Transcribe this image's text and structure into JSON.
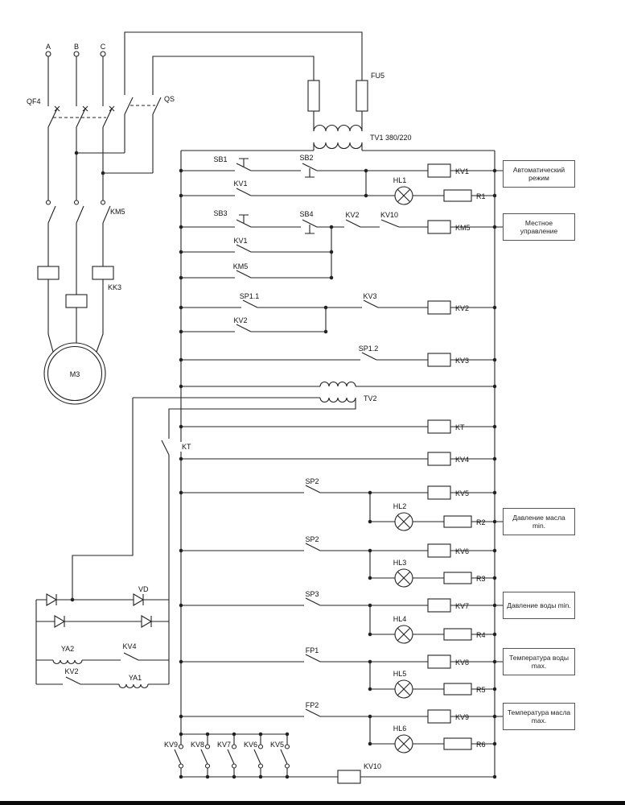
{
  "power": {
    "phase_a": "A",
    "phase_b": "B",
    "phase_c": "C",
    "breaker": "QF4",
    "disconnect": "QS",
    "fuse": "FU5",
    "transformer1": "TV1 380/220",
    "transformer2": "TV2",
    "contactor": "KM5",
    "thermal_relay": "KK3",
    "motor": "M3"
  },
  "ladder": {
    "sb1": "SB1",
    "sb2": "SB2",
    "kv1_coil": "KV1",
    "kv1_seal": "KV1",
    "hl1": "HL1",
    "r1": "R1",
    "sb3": "SB3",
    "sb4": "SB4",
    "kv2_contact": "KV2",
    "kv10_contact": "KV10",
    "km5_coil": "KM5",
    "kv1_contact": "KV1",
    "km5_contact": "KM5",
    "sp1_1": "SP1.1",
    "kv3_contact": "KV3",
    "kv2_coil": "KV2",
    "kv2_seal": "KV2",
    "sp1_2": "SP1.2",
    "kv3_coil": "KV3",
    "kt_coil": "KT",
    "kt_contact": "KT",
    "kv4_coil": "KV4",
    "sp2_1": "SP2",
    "kv5_coil": "KV5",
    "hl2": "HL2",
    "r2": "R2",
    "sp2_2": "SP2",
    "kv6_coil": "KV6",
    "hl3": "HL3",
    "r3": "R3",
    "sp3": "SP3",
    "kv7_coil": "KV7",
    "hl4": "HL4",
    "r4": "R4",
    "fp1": "FP1",
    "kv8_coil": "KV8",
    "hl5": "HL5",
    "r5": "R5",
    "fp2": "FP2",
    "kv9_coil": "KV9",
    "hl6": "HL6",
    "r6": "R6",
    "kv10_coil": "KV10",
    "interlock_contacts": [
      "KV9",
      "KV8",
      "KV7",
      "KV6",
      "KV5"
    ]
  },
  "rectifier": {
    "diodes": "VD",
    "ya2": "YA2",
    "ya1": "YA1",
    "kv4_contact": "KV4",
    "kv2_contact": "KV2"
  },
  "annotations": {
    "automatic": "Автоматический режим",
    "local": "Местное управление",
    "oil_pressure_min": "Давление масла min.",
    "water_pressure_min": "Давление воды min.",
    "water_temp_max": "Температура воды max.",
    "oil_temp_max": "Температура масла max."
  }
}
